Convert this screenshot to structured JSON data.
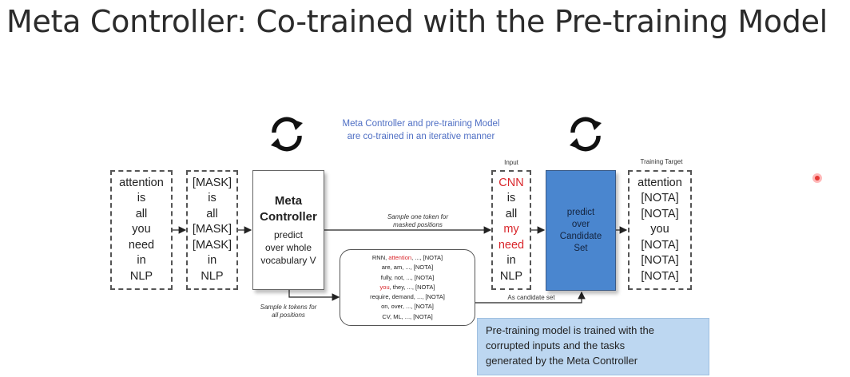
{
  "title": "Meta Controller: Co-trained with the Pre-training Model",
  "top_note": {
    "line1": "Meta Controller and pre-training Model",
    "line2": "are co-trained in an iterative manner"
  },
  "input_sentence": [
    "attention",
    "is",
    "all",
    "you",
    "need",
    "in",
    "NLP"
  ],
  "masked_sentence": [
    "[MASK]",
    "is",
    "all",
    "[MASK]",
    "[MASK]",
    "in",
    "NLP"
  ],
  "meta_controller": {
    "title_line1": "Meta",
    "title_line2": "Controller",
    "body_line1": "predict",
    "body_line2": "over whole",
    "body_line3": "vocabulary V"
  },
  "arrow_labels": {
    "sample_one_line1": "Sample one token for",
    "sample_one_line2": "masked positions",
    "sample_k_line1": "Sample k tokens for",
    "sample_k_line2": "all positions",
    "as_candidate_set": "As candidate set"
  },
  "candidates": [
    {
      "before": "RNN, ",
      "highlight": "attention",
      "after": ", ..., [NOTA]"
    },
    {
      "before": "are, am, ..., [NOTA]",
      "highlight": "",
      "after": ""
    },
    {
      "before": "fully, not, ..., [NOTA]",
      "highlight": "",
      "after": ""
    },
    {
      "before": "",
      "highlight": "you",
      "after": ", they, ..., [NOTA]"
    },
    {
      "before": "require, demand, ..., [NOTA]",
      "highlight": "",
      "after": ""
    },
    {
      "before": "on, over, ..., [NOTA]",
      "highlight": "",
      "after": ""
    },
    {
      "before": "CV, ML, ..., [NOTA]",
      "highlight": "",
      "after": ""
    }
  ],
  "input_label": "Input",
  "input_tokens": [
    {
      "text": "CNN",
      "corrupted": true
    },
    {
      "text": "is",
      "corrupted": false
    },
    {
      "text": "all",
      "corrupted": false
    },
    {
      "text": "my",
      "corrupted": true
    },
    {
      "text": "need",
      "corrupted": true
    },
    {
      "text": "in",
      "corrupted": false
    },
    {
      "text": "NLP",
      "corrupted": false
    }
  ],
  "predictor": {
    "line1": "predict",
    "line2": "over",
    "line3": "Candidate",
    "line4": "Set"
  },
  "training_target_label": "Training Target",
  "training_target": [
    "attention",
    "[NOTA]",
    "[NOTA]",
    "you",
    "[NOTA]",
    "[NOTA]",
    "[NOTA]"
  ],
  "bottom_note": {
    "line1": "Pre-training model is trained with the",
    "line2": "corrupted inputs and the tasks",
    "line3": "generated by the Meta Controller"
  },
  "icons": [
    "refresh-cycle-icon",
    "refresh-cycle-icon",
    "recording-dot-icon"
  ],
  "colors": {
    "corrupted_token": "#d9262b",
    "predictor_fill": "#4a86cf",
    "note_fill": "#bdd7f1",
    "top_note_text": "#4f6fc4"
  }
}
